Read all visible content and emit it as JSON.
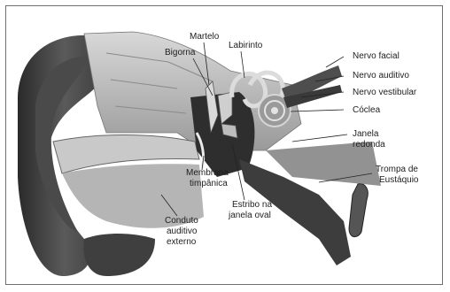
{
  "labels": {
    "martelo": "Martelo",
    "bigorna": "Bigorna",
    "labirinto": "Labirinto",
    "nervo_facial": "Nervo facial",
    "nervo_auditivo": "Nervo auditivo",
    "nervo_vestibular": "Nervo vestibular",
    "coclea": "Cóclea",
    "janela_redonda_1": "Janela",
    "janela_redonda_2": "redonda",
    "trompa_1": "Trompa de",
    "trompa_2": "Eustáquio",
    "membrana_1": "Membrana",
    "membrana_2": "timpânica",
    "estribo_1": "Estribo na",
    "estribo_2": "janela oval",
    "conduto_1": "Conduto",
    "conduto_2": "auditivo",
    "conduto_3": "externo"
  }
}
